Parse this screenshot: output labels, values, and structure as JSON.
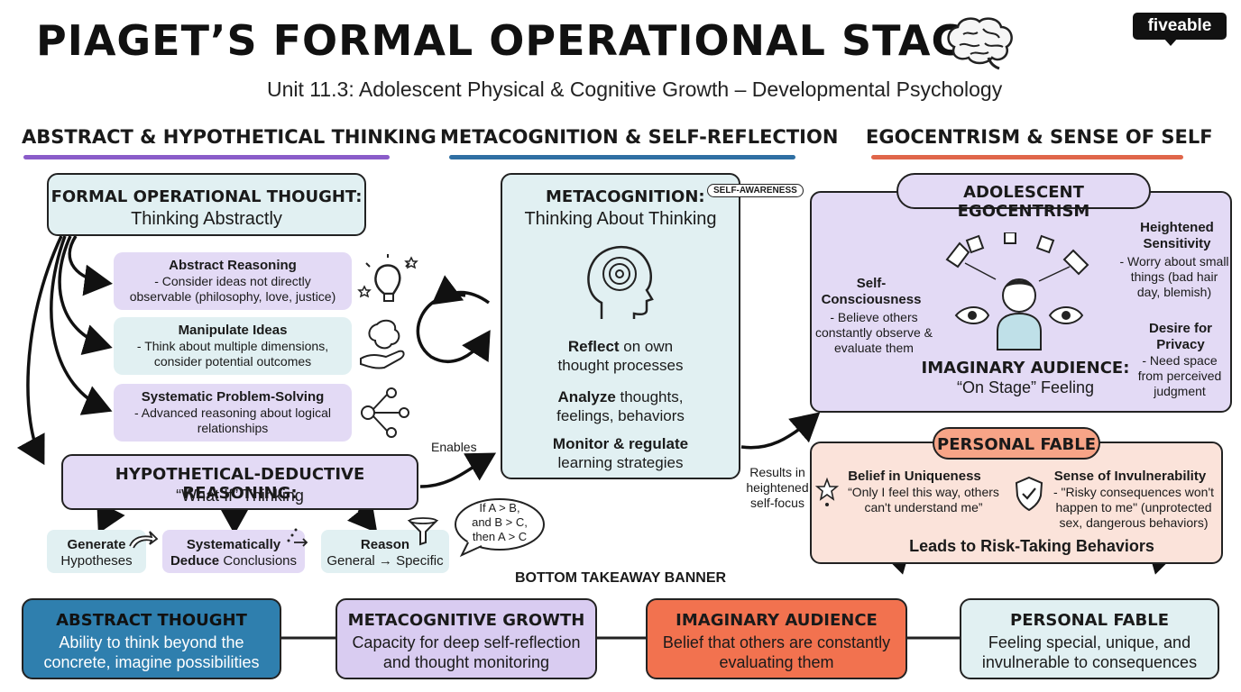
{
  "header": {
    "title": "PIAGET’S FORMAL OPERATIONAL STAGE",
    "subtitle": "Unit 11.3: Adolescent Physical & Cognitive Growth – Developmental Psychology",
    "logo": "fiveable"
  },
  "col1": {
    "heading": "ABSTRACT &  HYPOTHETICAL THINKING",
    "underline_color": "#8a5cc9",
    "formal": {
      "title": "FORMAL OPERATIONAL THOUGHT:",
      "subtitle": "Thinking Abstractly"
    },
    "items": [
      {
        "title": "Abstract Reasoning",
        "desc": "- Consider ideas not directly observable (philosophy, love, justice)",
        "icon": "lightbulb-icon"
      },
      {
        "title": "Manipulate Ideas",
        "desc": "- Think about multiple dimensions, consider potential outcomes",
        "icon": "hand-idea-icon"
      },
      {
        "title": "Systematic Problem-Solving",
        "desc": "- Advanced reasoning about logical relationships",
        "icon": "network-icon"
      }
    ],
    "hypothetical": {
      "title": "HYPOTHETICAL-DEDUCTIVE REASONING:",
      "subtitle": "“What If” Thinking"
    },
    "steps": [
      {
        "bold": "Generate",
        "text": "Hypotheses"
      },
      {
        "bold": "Systematically",
        "text": "Conclusions",
        "bold2": "Deduce"
      },
      {
        "bold": "Reason",
        "text": "General → Specific"
      }
    ],
    "bubble": "If A > B,\nand B > C,\nthen A > C",
    "enables_label": "Enables"
  },
  "col2": {
    "heading": "METACOGNITION & SELF-REFLECTION",
    "underline_color": "#2f6fa3",
    "title": "METACOGNITION:",
    "subtitle": "Thinking About Thinking",
    "badge": "SELF-AWARENESS",
    "cycle": [
      {
        "bold": "Reflect",
        "rest": " on own",
        "line2": "thought processes"
      },
      {
        "bold": "Analyze",
        "rest": " thoughts,",
        "line2": "feelings, behaviors"
      },
      {
        "bold": "Monitor & regulate",
        "rest": "",
        "line2": "learning strategies"
      }
    ],
    "results_label": "Results in heightened self-focus"
  },
  "col3": {
    "heading": "EGOCENTRISM & SENSE OF SELF",
    "underline_color": "#e0664a",
    "ego_title": "ADOLESCENT EGOCENTRISM",
    "self_conscious": {
      "title": "Self-Consciousness",
      "desc": "- Believe others constantly observe & evaluate them"
    },
    "sensitivity": {
      "title": "Heightened Sensitivity",
      "desc": "- Worry about small things (bad hair day, blemish)"
    },
    "privacy": {
      "title": "Desire for Privacy",
      "desc": "- Need space from perceived judgment"
    },
    "audience": {
      "title": "IMAGINARY AUDIENCE:",
      "subtitle": "“On Stage” Feeling"
    },
    "fable_title": "PERSONAL FABLE",
    "uniqueness": {
      "title": "Belief in Uniqueness",
      "desc": "“Only I feel this way, others can't understand me”"
    },
    "invulnerability": {
      "title": "Sense of Invulnerability",
      "desc": "- \"Risky consequences won't happen to me\" (unprotected sex, dangerous behaviors)"
    },
    "risk": "Leads to Risk-Taking Behaviors"
  },
  "banner": {
    "label": "BOTTOM TAKEAWAY BANNER",
    "cards": [
      {
        "title": "ABSTRACT THOUGHT",
        "desc": "Ability to think beyond the concrete, imagine possibilities",
        "color": "#2f7fae"
      },
      {
        "title": "METACOGNITIVE GROWTH",
        "desc": "Capacity for deep self-reflection and thought monitoring",
        "color": "#d9ccf1"
      },
      {
        "title": "IMAGINARY AUDIENCE",
        "desc": "Belief that others are constantly evaluating them",
        "color": "#f2724f"
      },
      {
        "title": "PERSONAL FABLE",
        "desc": "Feeling special, unique, and invulnerable to consequences",
        "color": "#e1f0f2"
      }
    ]
  }
}
